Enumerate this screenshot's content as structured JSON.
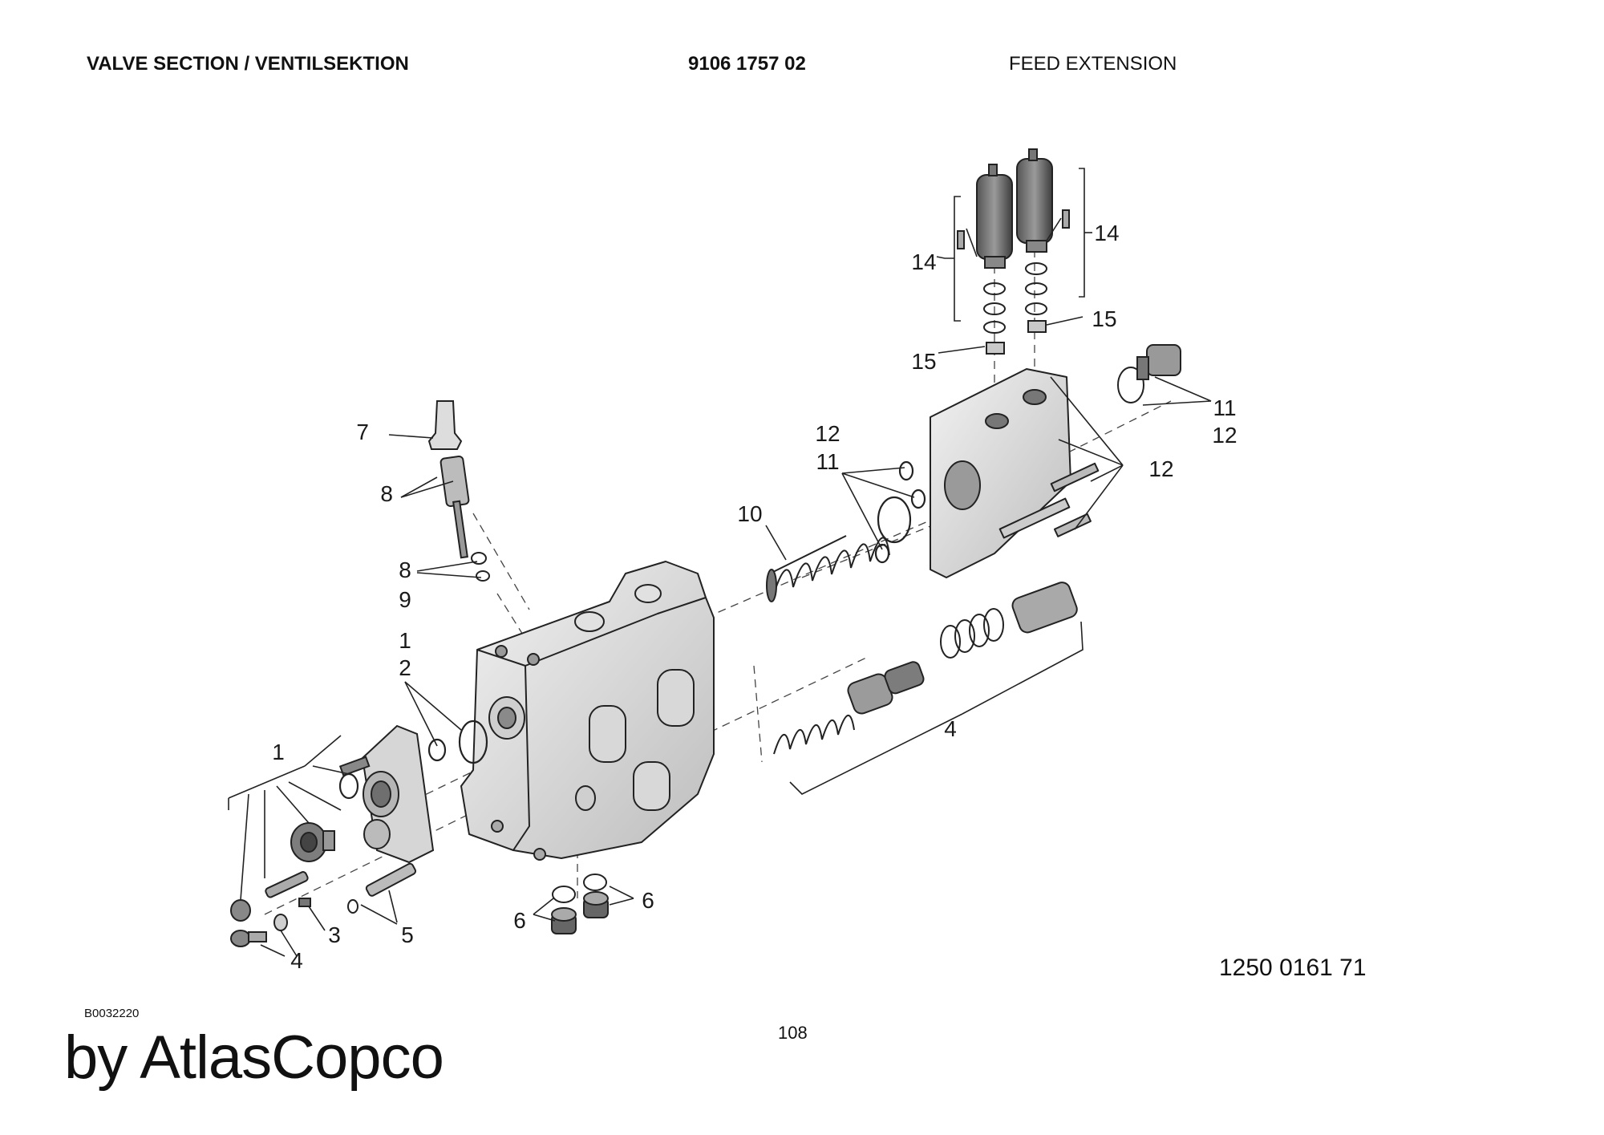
{
  "header": {
    "title": "VALVE SECTION / VENTILSEKTION",
    "part_number": "9106 1757 02",
    "subtitle": "FEED EXTENSION"
  },
  "callouts": {
    "c1_top": "1",
    "c2_top": "2",
    "c1_left": "1",
    "c3": "3",
    "c4_left": "4",
    "c4_right": "4",
    "c5": "5",
    "c6_left": "6",
    "c6_right": "6",
    "c7": "7",
    "c8_upper": "8",
    "c8_lower": "8",
    "c9": "9",
    "c10": "10",
    "c11_mid": "11",
    "c12_mid": "12",
    "c11_right": "11",
    "c12_right_a": "12",
    "c12_right_b": "12",
    "c14_left": "14",
    "c14_right": "14",
    "c15_left": "15",
    "c15_right": "15"
  },
  "footer": {
    "drawing_number": "1250 0161 71",
    "image_ref": "B0032220",
    "page": "108",
    "watermark": "by AtlasCopco"
  }
}
